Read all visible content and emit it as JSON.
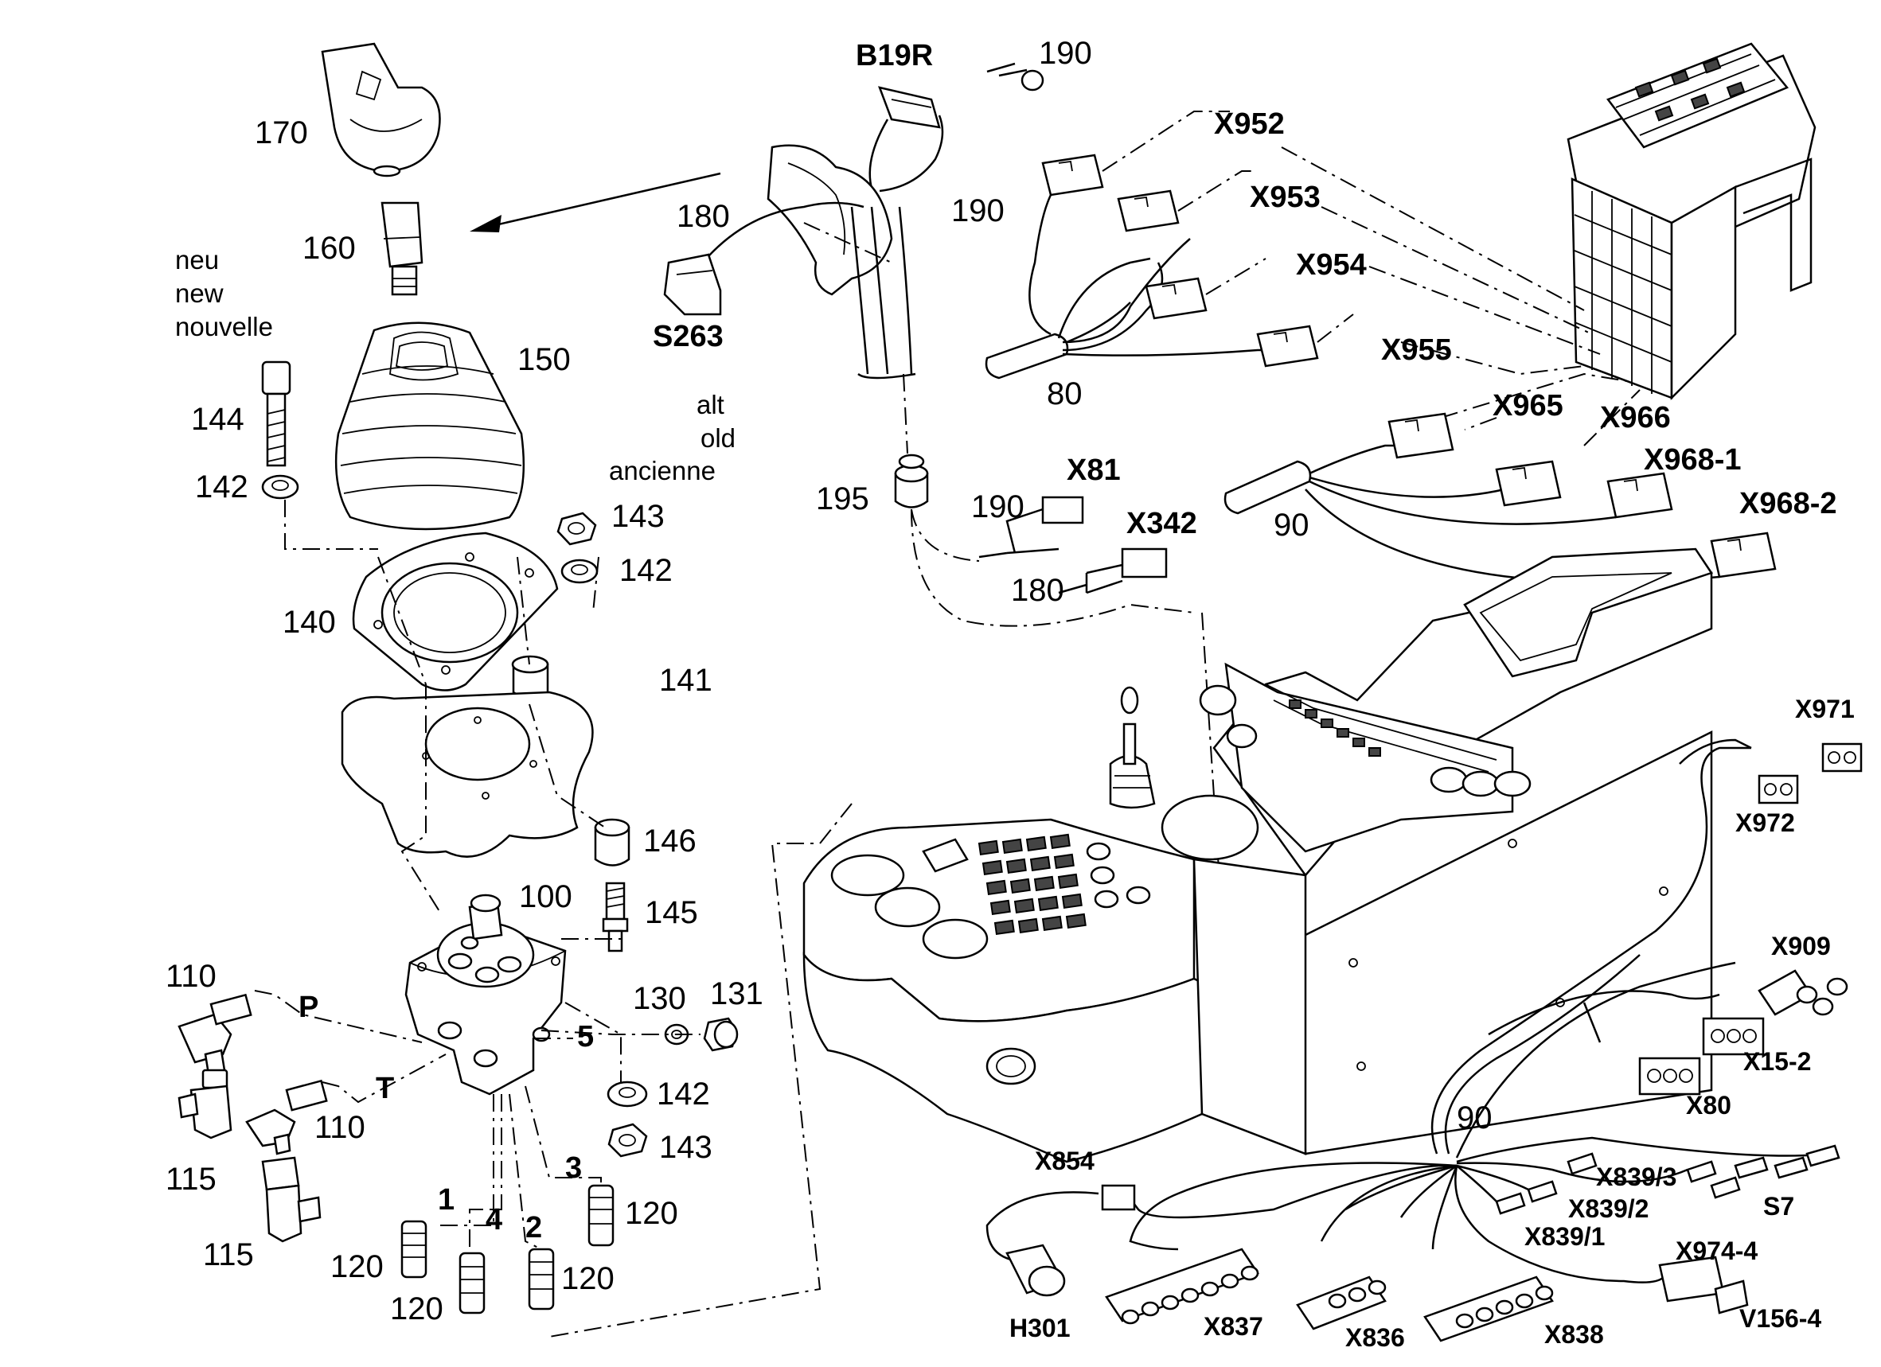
{
  "labels": {
    "p170": "170",
    "p160": "160",
    "p150": "150",
    "p144": "144",
    "p142a": "142",
    "p143a": "143",
    "p142b": "142",
    "p140": "140",
    "p141": "141",
    "p146": "146",
    "p145": "145",
    "p100": "100",
    "p110a": "110",
    "p110b": "110",
    "p115a": "115",
    "p115b": "115",
    "p130": "130",
    "p131": "131",
    "p142c": "142",
    "p143b": "143",
    "p120a": "120",
    "p120b": "120",
    "p120c": "120",
    "p120d": "120",
    "p180a": "180",
    "p190a": "190",
    "p190b": "190",
    "p195": "195",
    "p190c": "190",
    "p180b": "180",
    "p80": "80",
    "p90a": "90",
    "p90b": "90"
  },
  "port_labels": {
    "P": "P",
    "T": "T",
    "n5": "5",
    "n1": "1",
    "n4": "4",
    "n2": "2",
    "n3": "3"
  },
  "notes": {
    "new": [
      "neu",
      "new",
      "nouvelle"
    ],
    "old": [
      "alt",
      "old",
      "ancienne"
    ]
  },
  "connectors": {
    "B19R": "B19R",
    "S263": "S263",
    "X952": "X952",
    "X953": "X953",
    "X954": "X954",
    "X955": "X955",
    "X965": "X965",
    "X966": "X966",
    "X968_1": "X968-1",
    "X968_2": "X968-2",
    "X81": "X81",
    "X342": "X342",
    "X971": "X971",
    "X972": "X972",
    "X909": "X909",
    "X15_2": "X15-2",
    "X80": "X80",
    "X854": "X854",
    "X839_3": "X839/3",
    "X839_2": "X839/2",
    "X839_1": "X839/1",
    "S7": "S7",
    "X974_4": "X974-4",
    "V156_4": "V156-4",
    "H301": "H301",
    "X837": "X837",
    "X836": "X836",
    "X838": "X838"
  }
}
